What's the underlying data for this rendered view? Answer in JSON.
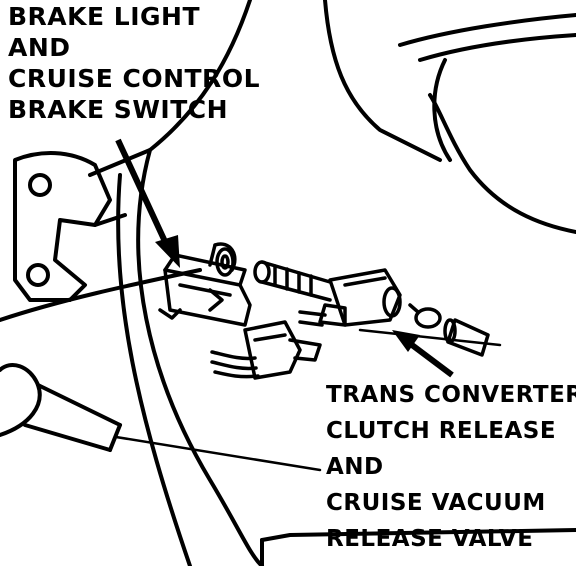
{
  "labels": {
    "brake_switch": [
      "BRAKE LIGHT",
      "AND",
      "CRUISE CONTROL",
      "BRAKE SWITCH"
    ],
    "trans_valve": [
      "TRANS CONVERTER",
      "CLUTCH RELEASE",
      "AND",
      "CRUISE VACUUM",
      "RELEASE VALVE"
    ]
  },
  "colors": {
    "ink": "#000000",
    "paper": "#ffffff"
  }
}
